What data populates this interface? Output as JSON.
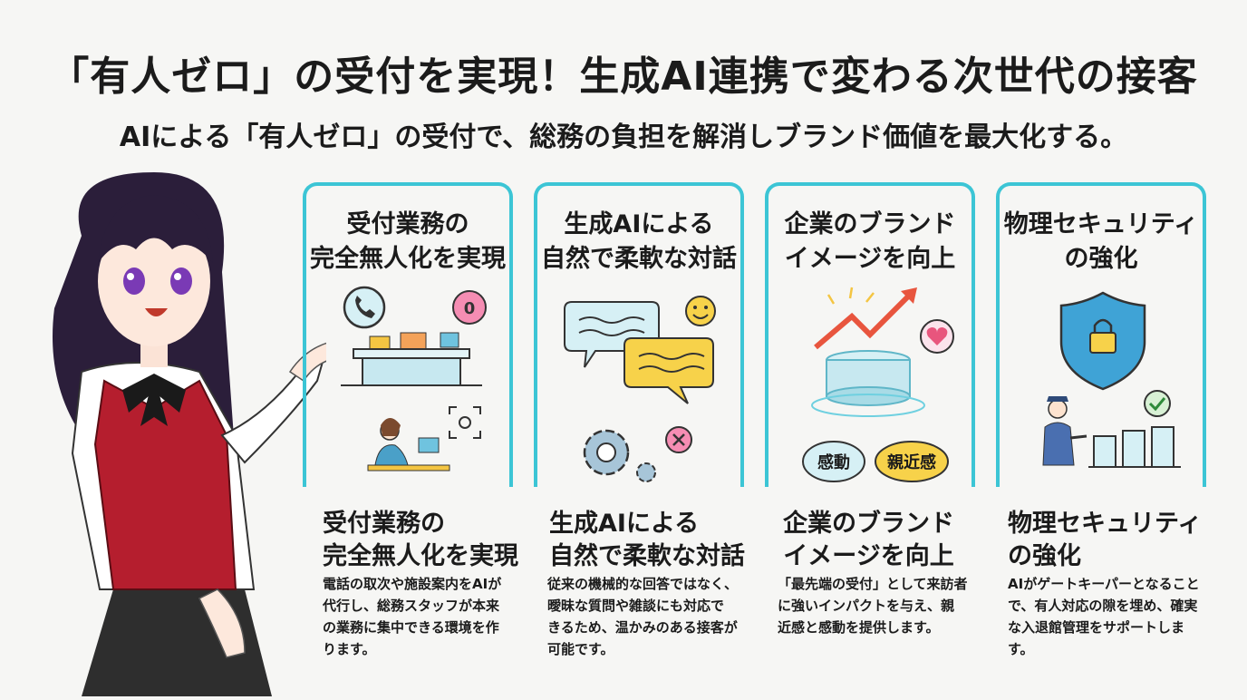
{
  "header": {
    "title": "「有人ゼロ」の受付を実現！生成AI連携で変わる次世代の接客",
    "subtitle": "AIによる「有人ゼロ」の受付で、総務の負担を解消しブランド価値を最大化する。"
  },
  "colors": {
    "accent": "#3cc5d5",
    "vest": "#b51e2e",
    "hair": "#2b1e3a"
  },
  "cards": [
    {
      "title_lines": [
        "受付業務の",
        "完全無人化を実現"
      ],
      "icons": [
        "phone-icon",
        "zero-badge-icon",
        "reception-desk-icon",
        "person-at-computer-icon",
        "face-scan-icon"
      ],
      "heading_lines": [
        "受付業務の",
        "完全無人化を実現"
      ],
      "body_lines": [
        "電話の取次や施設案内をAIが",
        "代行し、総務スタッフが本来",
        "の業務に集中できる環境を作",
        "ります。"
      ]
    },
    {
      "title_lines": [
        "生成AIによる",
        "自然で柔軟な対話"
      ],
      "icons": [
        "speech-bubble-icon",
        "speech-bubble-icon",
        "smile-icon",
        "gear-icon",
        "close-icon"
      ],
      "heading_lines": [
        "生成AIによる",
        "自然で柔軟な対話"
      ],
      "body_lines": [
        "従来の機械的な回答ではなく、",
        "曖昧な質問や雑談にも対応で",
        "きるため、温かみのある接客が",
        "可能です。"
      ]
    },
    {
      "title_lines": [
        "企業のブランド",
        "イメージを向上"
      ],
      "icons": [
        "trend-arrow-icon",
        "heart-icon",
        "pedestal-icon"
      ],
      "bubble_labels": [
        "感動",
        "親近感"
      ],
      "heading_lines": [
        "企業のブランド",
        "イメージを向上"
      ],
      "body_lines": [
        "「最先端の受付」として来訪者",
        "に強いインパクトを与え、親",
        "近感と感動を提供します。"
      ]
    },
    {
      "title_lines": [
        "物理セキュリティ",
        "の強化"
      ],
      "icons": [
        "shield-lock-icon",
        "security-guard-icon",
        "check-icon",
        "gate-icon"
      ],
      "heading_lines": [
        "物理セキュリティ",
        "の強化"
      ],
      "body_lines": [
        "AIがゲートキーパーとなること",
        "で、有人対応の隙を埋め、確実",
        "な入退館管理をサポートしま",
        "す。"
      ]
    }
  ]
}
